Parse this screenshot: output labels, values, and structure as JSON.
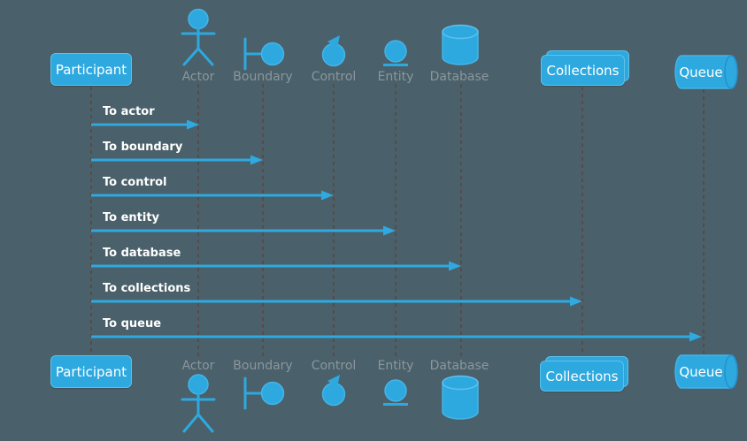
{
  "diagram": {
    "type": "uml-sequence",
    "colors": {
      "background": "#4a606a",
      "shape_fill": "#2ea9e0",
      "shape_border": "#5ec1ec",
      "arrow": "#2fa9e0",
      "lifeline": "#5a4a46",
      "participant_text": "#ffffff",
      "icon_label_text": "#8b979c",
      "message_text": "#ffffff"
    },
    "participants": [
      {
        "label": "Participant",
        "kind": "participant",
        "icon": "rounded-box"
      },
      {
        "label": "Actor",
        "kind": "actor",
        "icon": "stick-figure-icon"
      },
      {
        "label": "Boundary",
        "kind": "boundary",
        "icon": "boundary-icon"
      },
      {
        "label": "Control",
        "kind": "control",
        "icon": "control-icon"
      },
      {
        "label": "Entity",
        "kind": "entity",
        "icon": "entity-icon"
      },
      {
        "label": "Database",
        "kind": "database",
        "icon": "database-cylinder-icon"
      },
      {
        "label": "Collections",
        "kind": "collections",
        "icon": "stacked-box"
      },
      {
        "label": "Queue",
        "kind": "queue",
        "icon": "horizontal-cylinder"
      }
    ],
    "messages": [
      {
        "from": "Participant",
        "to": "Actor",
        "label": "To actor"
      },
      {
        "from": "Participant",
        "to": "Boundary",
        "label": "To boundary"
      },
      {
        "from": "Participant",
        "to": "Control",
        "label": "To control"
      },
      {
        "from": "Participant",
        "to": "Entity",
        "label": "To entity"
      },
      {
        "from": "Participant",
        "to": "Database",
        "label": "To database"
      },
      {
        "from": "Participant",
        "to": "Collections",
        "label": "To collections"
      },
      {
        "from": "Participant",
        "to": "Queue",
        "label": "To queue"
      }
    ]
  }
}
